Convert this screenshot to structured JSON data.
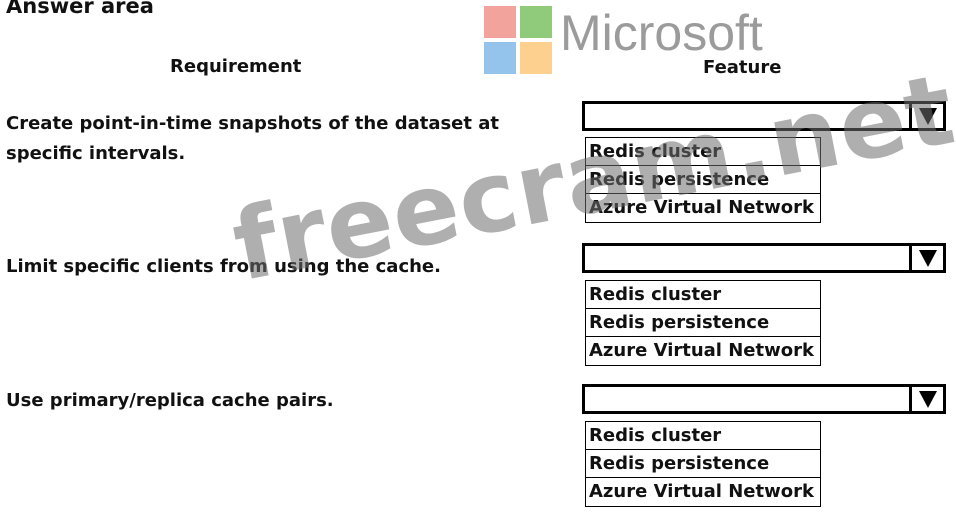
{
  "answer_area": {
    "title": "Answer area"
  },
  "columns": {
    "requirement": "Requirement",
    "feature": "Feature"
  },
  "logo": {
    "text": "Microsoft",
    "colors": {
      "red": "#f2a39b",
      "green": "#8fcb7a",
      "blue": "#94c4ec",
      "yellow": "#fed08f"
    }
  },
  "watermark": {
    "text": "freecram.net"
  },
  "rows": [
    {
      "requirement": [
        "Create point-in-time snapshots of the dataset at",
        "specific intervals."
      ],
      "selected": "",
      "options": [
        "Redis cluster",
        "Redis persistence",
        "Azure Virtual Network"
      ]
    },
    {
      "requirement": [
        "Limit specific clients from using the cache."
      ],
      "selected": "",
      "options": [
        "Redis cluster",
        "Redis persistence",
        "Azure Virtual Network"
      ]
    },
    {
      "requirement": [
        "Use primary/replica cache pairs."
      ],
      "selected": "",
      "options": [
        "Redis cluster",
        "Redis persistence",
        "Azure Virtual Network"
      ]
    }
  ],
  "icons": {
    "dropdown": "triangle-down-icon"
  }
}
